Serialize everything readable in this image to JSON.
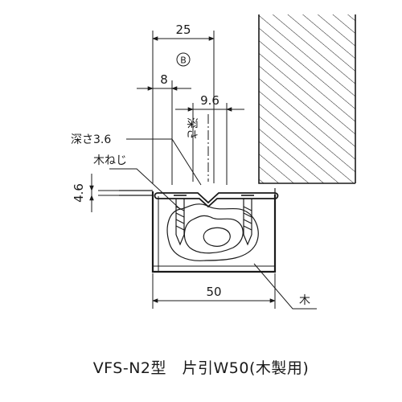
{
  "dimensions": {
    "width_total": "25",
    "circle_mark": "B",
    "left_offset": "8",
    "groove": "9.6",
    "plate_thickness": "4.6",
    "bottom_width": "50"
  },
  "labels": {
    "depth_vertical": "深さ",
    "depth_value": "深さ3.6",
    "wood_screw": "木ねじ",
    "wood": "木"
  },
  "caption": "VFS-N2型　片引W50(木製用)"
}
